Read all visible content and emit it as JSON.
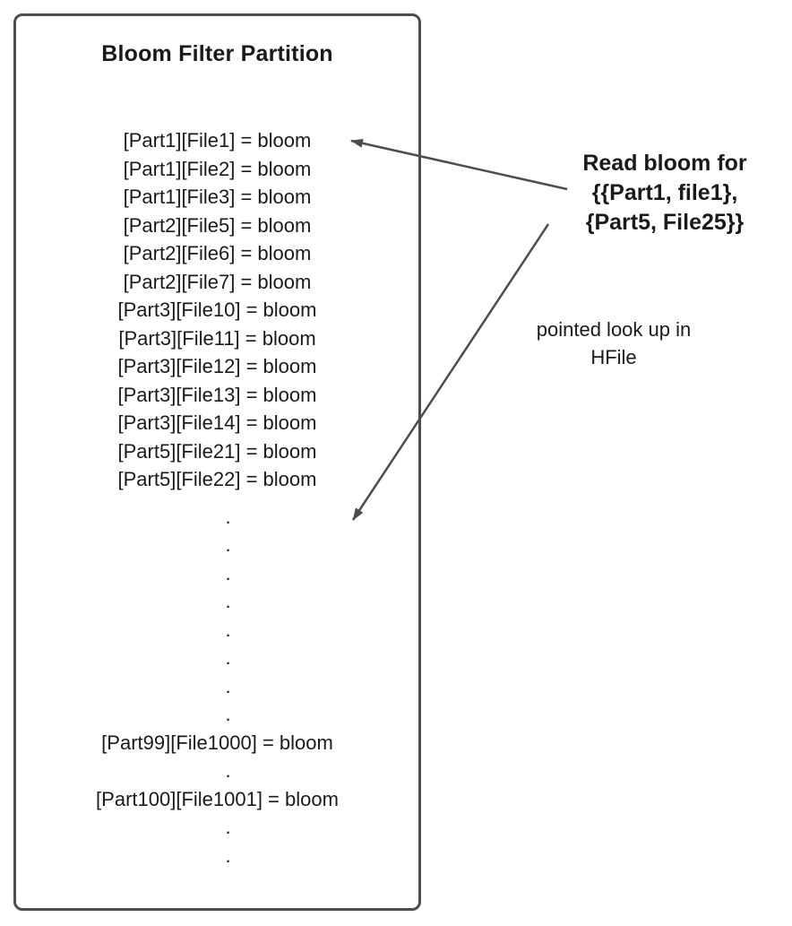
{
  "diagram": {
    "box": {
      "title": "Bloom Filter Partition",
      "entries": [
        "[Part1][File1] = bloom",
        "[Part1][File2] = bloom",
        "[Part1][File3] = bloom",
        "[Part2][File5] = bloom",
        "[Part2][File6] = bloom",
        "[Part2][File7] = bloom",
        "[Part3][File10] = bloom",
        "[Part3][File11] = bloom",
        "[Part3][File12] = bloom",
        "[Part3][File13] = bloom",
        "[Part3][File14] = bloom",
        "[Part5][File21] = bloom",
        "[Part5][File22] = bloom"
      ],
      "dots_upper": [
        ".",
        ".",
        ".",
        ".",
        ".",
        ".",
        ".",
        "."
      ],
      "entry_part99": "[Part99][File1000] = bloom",
      "dots_mid": [
        "."
      ],
      "entry_part100": "[Part100][File1001] = bloom",
      "dots_lower": [
        ".",
        "."
      ]
    },
    "annotations": {
      "read_bloom_lines": [
        "Read bloom for",
        "{{Part1, file1},",
        "{Part5, File25}}"
      ],
      "pointed_lookup_lines": [
        "pointed look up in",
        "HFile"
      ]
    },
    "colors": {
      "stroke": "#4d4d4d",
      "text": "#1a1a1a",
      "background": "#ffffff"
    }
  }
}
